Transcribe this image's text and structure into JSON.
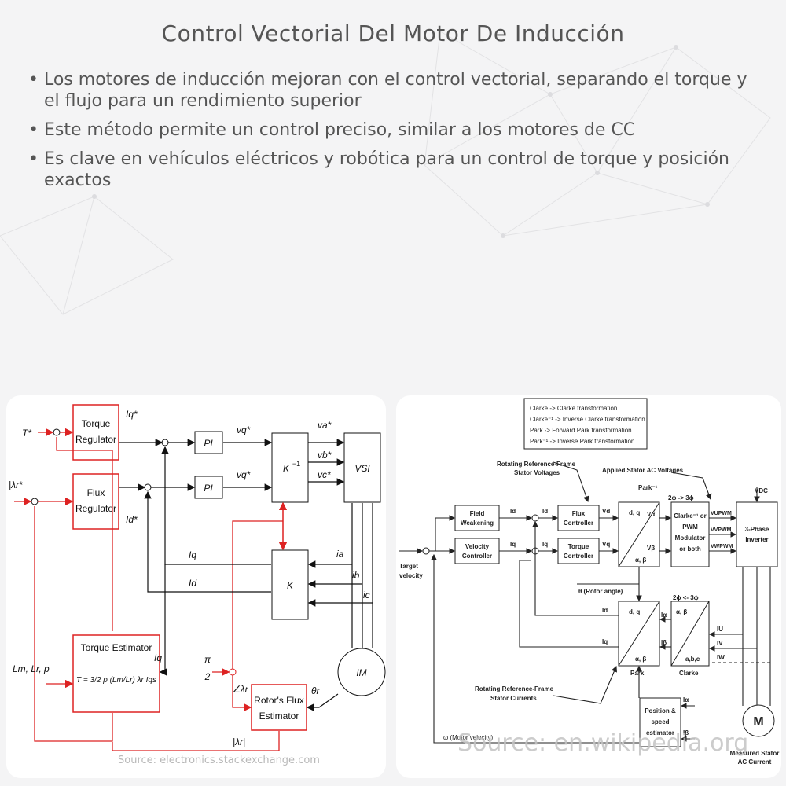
{
  "header": {
    "title": "Control Vectorial Del Motor De Inducción",
    "bullets": [
      "Los motores de inducción mejoran con el control vectorial, separando el torque y el flujo para un rendimiento superior",
      "Este método permite un control preciso, similar a los motores de CC",
      "Es clave en vehículos eléctricos y robótica para un control de torque y posición exactos"
    ]
  },
  "left_diagram": {
    "source": "Source: electronics.stackexchange.com",
    "blocks": {
      "torque_regulator": [
        "Torque",
        "Regulator"
      ],
      "flux_regulator": [
        "Flux",
        "Regulator"
      ],
      "pi": "PI",
      "k_inverse": "K",
      "k_inverse_sup": "−1",
      "vsi": "VSI",
      "k": "K",
      "torque_estimator": "Torque Estimator",
      "flux_estimator": [
        "Rotor's Flux",
        "Estimator"
      ],
      "motor": "IM"
    },
    "signals": {
      "t_ref": "T*",
      "flux_ref": "|λr*|",
      "iq_ref": "Iq*",
      "id_ref": "Id*",
      "vq": "vq*",
      "vd": "vq*",
      "va": "va*",
      "vb": "vb*",
      "vc": "vc*",
      "iq": "Iq",
      "id": "Id",
      "ia": "ia",
      "ib": "ib",
      "ic": "ic",
      "iq_est": "Iq",
      "params": "Lm, Lr, p",
      "formula": "T = 3/2 p (Lm/Lr) λr Iqs",
      "pi_half": [
        "π",
        "2"
      ],
      "angle": "∠λr",
      "theta": "θr",
      "flux_mag": "|λr|"
    }
  },
  "right_diagram": {
    "source": "Source: en.wikipedia.org",
    "legend": [
      "Clarke  -> Clarke transformation",
      "Clarke⁻¹ -> Inverse Clarke transformation",
      "Park   -> Forward Park transformation",
      "Park⁻¹  -> Inverse Park transformation"
    ],
    "labels": {
      "rot_volt": [
        "Rotating Reference-Frame",
        "Stator Voltages"
      ],
      "applied_volt": "Applied Stator AC Voltages",
      "field_weakening": [
        "Field",
        "Weakening"
      ],
      "velocity_controller": [
        "Velocity",
        "Controller"
      ],
      "flux_controller": [
        "Flux",
        "Controller"
      ],
      "torque_controller": [
        "Torque",
        "Controller"
      ],
      "park_inv": "Park⁻¹",
      "park_dq": "d, q",
      "park_ab": "α, β",
      "vd": "Vd",
      "vq": "Vq",
      "valpha": "Vα",
      "vbeta": "Vβ",
      "phase_23": "2ϕ -> 3ϕ",
      "phase_32": "2ϕ <- 3ϕ",
      "modulator": [
        "Clarke⁻¹ or",
        "PWM",
        "Modulator",
        "or both"
      ],
      "vupwm": "VUPWM",
      "vvpwm": "VVPWM",
      "vwpwm": "VWPWM",
      "vdc": "VDC",
      "inverter": [
        "3-Phase",
        "Inverter"
      ],
      "target_velocity": [
        "Target",
        "velocity"
      ],
      "id": "Id",
      "iq": "Iq",
      "theta": "θ (Rotor angle)",
      "park": "Park",
      "clarke": "Clarke",
      "ialpha": "Iα",
      "ibeta": "Iβ",
      "abc": "a,b,c",
      "iu": "IU",
      "iv": "IV",
      "iw": "IW",
      "rot_curr": [
        "Rotating Reference-Frame",
        "Stator Currents"
      ],
      "pos_speed": [
        "Position &",
        "speed",
        "estimator"
      ],
      "motor_velocity": "ω (Motor velocity)",
      "motor": "M",
      "measured": [
        "Measured Stator",
        "AC Current"
      ]
    }
  }
}
